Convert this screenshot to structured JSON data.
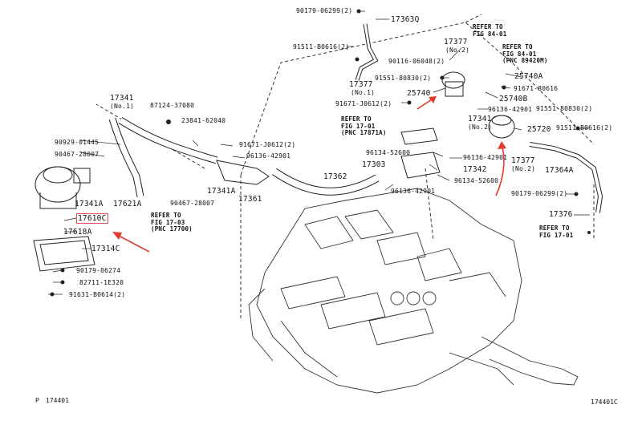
{
  "labels": [
    {
      "id": "p90179_06299_2_top",
      "text": "90179-06299(2)"
    },
    {
      "id": "p17363Q",
      "text": "17363Q"
    },
    {
      "id": "p17377_no2_top",
      "text": "17377"
    },
    {
      "id": "p17377_no2_top_sub",
      "text": "(No.2)"
    },
    {
      "id": "p91511_b0616_2_top",
      "text": "91511-B0616(2)"
    },
    {
      "id": "p90116_06048_2",
      "text": "90116-06048(2)"
    },
    {
      "id": "p17377_no1",
      "text": "17377"
    },
    {
      "id": "p17377_no1_sub",
      "text": "(No.1)"
    },
    {
      "id": "p91551_80830_2_top",
      "text": "91551-80830(2)"
    },
    {
      "id": "p25740",
      "text": "25740"
    },
    {
      "id": "p91671_j0612_2_top",
      "text": "91671-J0612(2)"
    },
    {
      "id": "p25740A",
      "text": "25740A"
    },
    {
      "id": "p91671_80616",
      "text": "91671-80616"
    },
    {
      "id": "p25740B",
      "text": "25740B"
    },
    {
      "id": "p96136_42901_top",
      "text": "96136-42901"
    },
    {
      "id": "p91551_80830_2_right",
      "text": "91551-80830(2)"
    },
    {
      "id": "p17341_no2",
      "text": "17341"
    },
    {
      "id": "p17341_no2_sub",
      "text": "(No.2)"
    },
    {
      "id": "p25720",
      "text": "25720"
    },
    {
      "id": "p91511_b0616_2_right",
      "text": "91511-B0616(2)"
    },
    {
      "id": "p17341_no1",
      "text": "17341"
    },
    {
      "id": "p17341_no1_sub",
      "text": "(No.1)"
    },
    {
      "id": "p87124_37080",
      "text": "87124-37080"
    },
    {
      "id": "p23841_62040",
      "text": "23841-62040"
    },
    {
      "id": "p90929_01445",
      "text": "90929-01445"
    },
    {
      "id": "p91671_j0612_2_mid",
      "text": "91671-J0612(2)"
    },
    {
      "id": "p90467_28007_top",
      "text": "90467-28007"
    },
    {
      "id": "p96136_42901_mid",
      "text": "96136-42901"
    },
    {
      "id": "p96134_52600_a",
      "text": "96134-52600"
    },
    {
      "id": "p96136_42901_c",
      "text": "96136-42901"
    },
    {
      "id": "p17303",
      "text": "17303"
    },
    {
      "id": "p17342",
      "text": "17342"
    },
    {
      "id": "p17377_no2_right",
      "text": "17377"
    },
    {
      "id": "p17377_no2_right_sub",
      "text": "(No.2)"
    },
    {
      "id": "p17364A",
      "text": "17364A"
    },
    {
      "id": "p96134_52600_b",
      "text": "96134-52600"
    },
    {
      "id": "p96136_42901_d",
      "text": "96136-42901"
    },
    {
      "id": "p17362",
      "text": "17362"
    },
    {
      "id": "p17341A_left",
      "text": "17341A"
    },
    {
      "id": "p17621A",
      "text": "17621A"
    },
    {
      "id": "p17341A_mid",
      "text": "17341A"
    },
    {
      "id": "p17361",
      "text": "17361"
    },
    {
      "id": "p90467_28007_bot",
      "text": "90467-28007"
    },
    {
      "id": "p90179_06299_2_right",
      "text": "90179-06299(2)"
    },
    {
      "id": "p17376",
      "text": "17376"
    },
    {
      "id": "p17610C",
      "text": "17610C"
    },
    {
      "id": "p17618A",
      "text": "17618A"
    },
    {
      "id": "p17314C",
      "text": "17314C"
    },
    {
      "id": "p90179_06274",
      "text": "90179-06274"
    },
    {
      "id": "p82711_1e320",
      "text": "82711-1E320"
    },
    {
      "id": "p91631_b0614_2",
      "text": "91631-B0614(2)"
    }
  ],
  "refs": [
    {
      "id": "ref_84_01_a",
      "lines": [
        "REFER TO",
        "FIG 84-01"
      ]
    },
    {
      "id": "ref_84_01_b",
      "lines": [
        "REFER TO",
        "FIG 84-01",
        "(PNC 89420M)"
      ]
    },
    {
      "id": "ref_17_01_a",
      "lines": [
        "REFER TO",
        "FIG 17-01",
        "(PNC 17871A)"
      ]
    },
    {
      "id": "ref_17_03",
      "lines": [
        "REFER TO",
        "FIG 17-03",
        "(PNC 17700)"
      ]
    },
    {
      "id": "ref_17_01_b",
      "lines": [
        "REFER TO",
        "FIG 17-01"
      ]
    }
  ],
  "footer": {
    "left_prefix": "P",
    "left_code": "174401",
    "right_code": "174401C"
  },
  "colors": {
    "highlight": "#e05050",
    "arrow": "#e33b2c",
    "line": "#222222",
    "dash": "#333333"
  }
}
